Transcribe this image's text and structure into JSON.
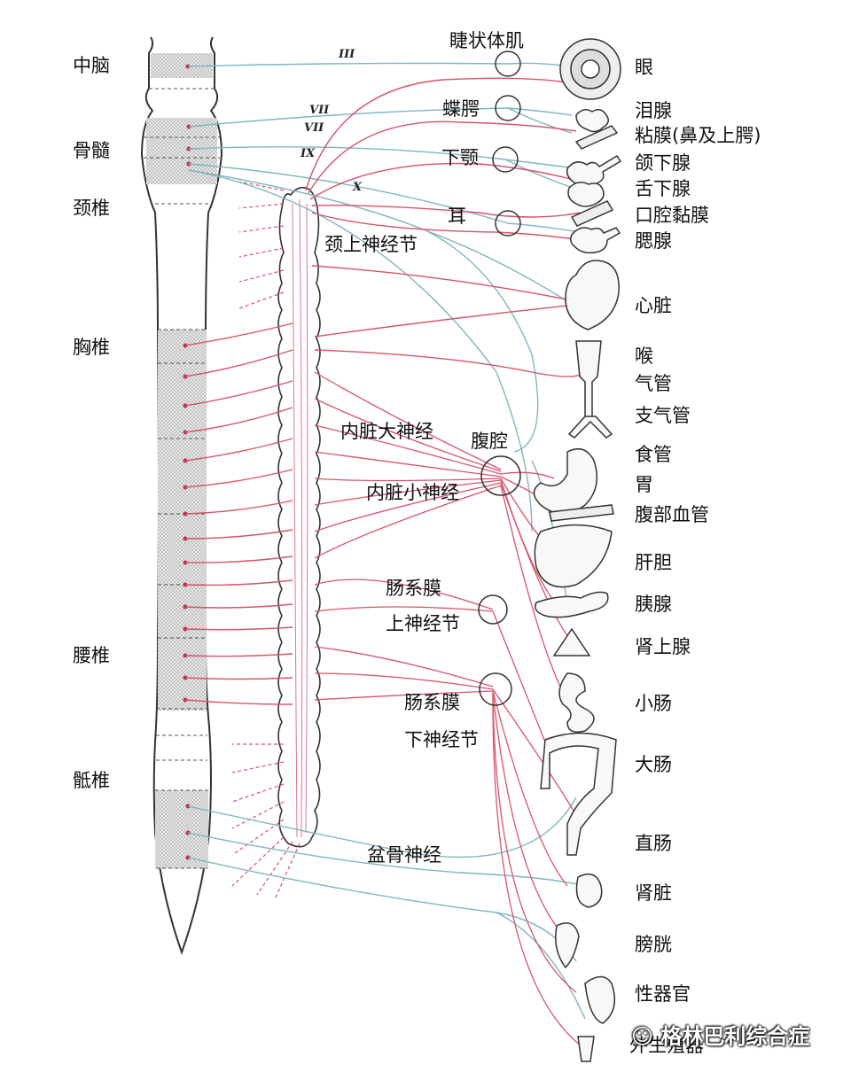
{
  "spine_labels": {
    "midbrain": "中脑",
    "medulla": "骨髓",
    "cervical": "颈椎",
    "thoracic": "胸椎",
    "lumbar": "腰椎",
    "sacral": "骶椎"
  },
  "cranial_nerves": {
    "iii": "III",
    "vii_a": "VII",
    "vii_b": "VII",
    "ix": "IX",
    "x": "X"
  },
  "ganglia": {
    "ciliary": "睫状体肌",
    "pterygopalatine": "蝶腭",
    "submandibular": "下颚",
    "otic": "耳",
    "superior_cervical": "颈上神经节",
    "greater_splanchnic": "内脏大神经",
    "celiac": "腹腔",
    "lesser_splanchnic": "内脏小神经",
    "sup_mesenteric_1": "肠系膜",
    "sup_mesenteric_2": "上神经节",
    "inf_mesenteric_1": "肠系膜",
    "inf_mesenteric_2": "下神经节",
    "pelvic": "盆骨神经"
  },
  "organs": [
    "眼",
    "泪腺",
    "粘膜(鼻及上腭)",
    "颌下腺",
    "舌下腺",
    "口腔黏膜",
    "腮腺",
    "心脏",
    "喉",
    "气管",
    "支气管",
    "食管",
    "胃",
    "腹部血管",
    "肝胆",
    "胰腺",
    "肾上腺",
    "小肠",
    "大肠",
    "直肠",
    "肾脏",
    "膀胱",
    "性器官",
    "外生殖器"
  ],
  "watermark": "格林巴利综合症",
  "colors": {
    "sympathetic": "#d6536b",
    "parasympathetic": "#7fb5bd",
    "cord_shade": "#c8c8c8"
  }
}
